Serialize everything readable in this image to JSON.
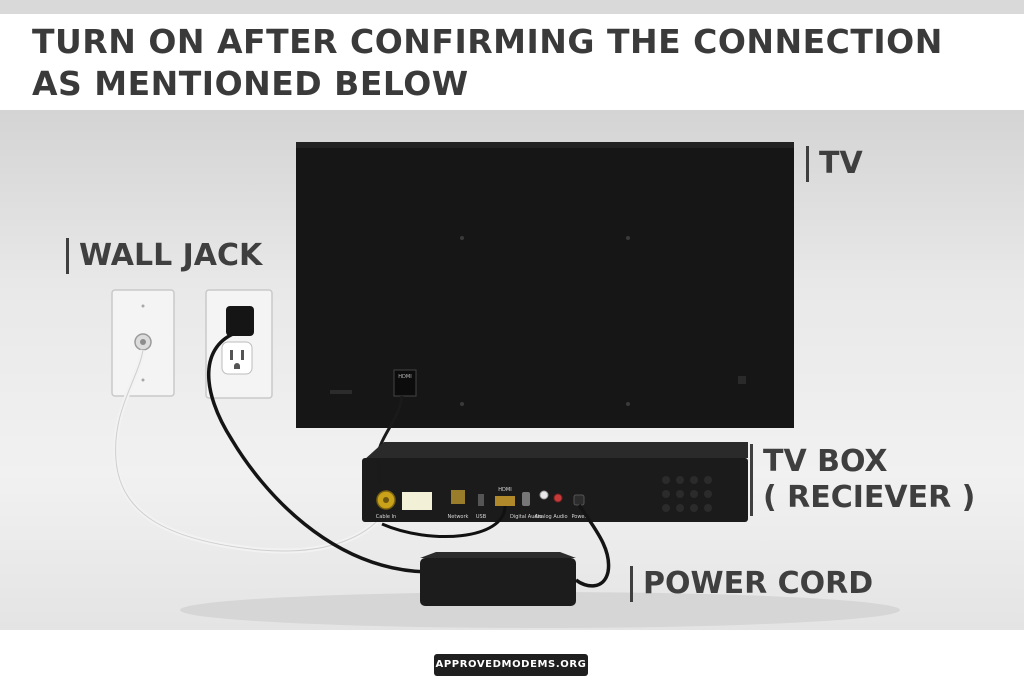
{
  "heading": {
    "line1": "TURN ON AFTER CONFIRMING THE CONNECTION",
    "line2": "AS MENTIONED BELOW"
  },
  "callouts": {
    "tv": "TV",
    "wall_jack": "WALL JACK",
    "tv_box_line1": "TV BOX",
    "tv_box_line2": "( RECIEVER )",
    "power_cord": "POWER CORD"
  },
  "device_labels": {
    "hdmi": "HDMI",
    "cable_in": "Cable In",
    "network": "Network",
    "usb": "USB",
    "hdmi_out": "HDMI",
    "digital_audio": "Digital Audio",
    "analog_audio": "Analog Audio",
    "power": "Power"
  },
  "watermark": "APPROVEDMODEMS.ORG",
  "colors": {
    "heading_text": "#3a3a3a",
    "callout_text": "#3f3f3f",
    "tv_panel": "#161616",
    "badge_bg": "#1f1f1f",
    "coax_gold": "#c9a21a"
  }
}
